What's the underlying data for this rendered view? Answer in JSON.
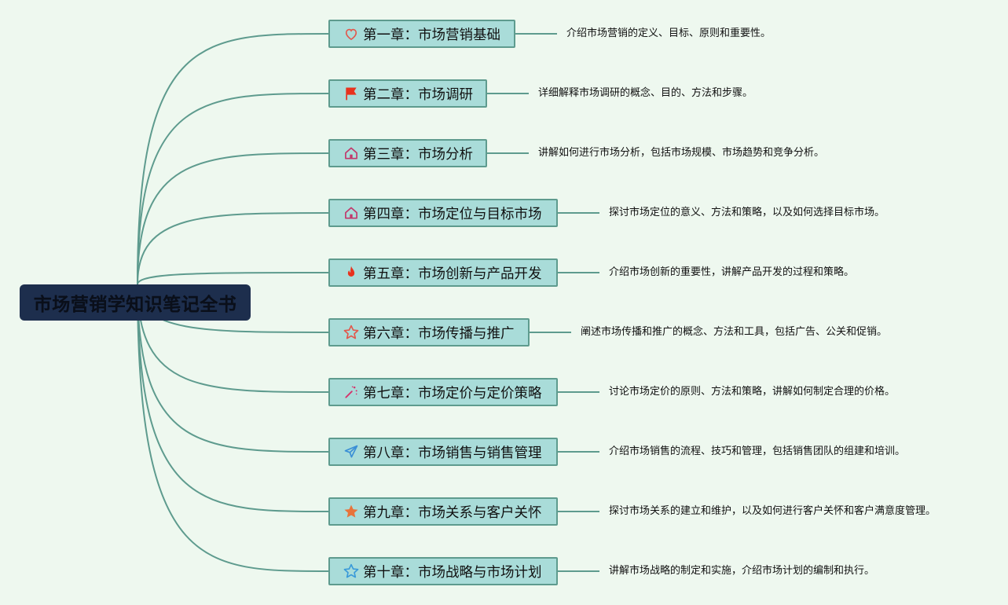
{
  "root": {
    "label": "市场营销学知识笔记全书"
  },
  "chapters": [
    {
      "title": "第一章：市场营销基础",
      "icon": "heart-outline-icon",
      "icon_color": "#e2574c",
      "description": "介绍市场营销的定义、目标、原则和重要性。"
    },
    {
      "title": "第二章：市场调研",
      "icon": "flag-icon",
      "icon_color": "#e8321d",
      "description": "详细解释市场调研的概念、目的、方法和步骤。"
    },
    {
      "title": "第三章：市场分析",
      "icon": "home-icon",
      "icon_color": "#c2376b",
      "description": "讲解如何进行市场分析，包括市场规模、市场趋势和竞争分析。"
    },
    {
      "title": "第四章：市场定位与目标市场",
      "icon": "home-icon",
      "icon_color": "#c2376b",
      "description": "探讨市场定位的意义、方法和策略，以及如何选择目标市场。"
    },
    {
      "title": "第五章：市场创新与产品开发",
      "icon": "fire-icon",
      "icon_color": "#e8321d",
      "description": "介绍市场创新的重要性，讲解产品开发的过程和策略。"
    },
    {
      "title": "第六章：市场传播与推广",
      "icon": "star-outline-icon",
      "icon_color": "#e2574c",
      "description": "阐述市场传播和推广的概念、方法和工具，包括广告、公关和促销。"
    },
    {
      "title": "第七章：市场定价与定价策略",
      "icon": "magic-wand-icon",
      "icon_color": "#d6336c",
      "description": "讨论市场定价的原则、方法和策略，讲解如何制定合理的价格。"
    },
    {
      "title": "第八章：市场销售与销售管理",
      "icon": "paper-plane-icon",
      "icon_color": "#3a8fd6",
      "description": "介绍市场销售的流程、技巧和管理，包括销售团队的组建和培训。"
    },
    {
      "title": "第九章：市场关系与客户关怀",
      "icon": "star-filled-icon",
      "icon_color": "#e8743b",
      "description": "探讨市场关系的建立和维护，以及如何进行客户关怀和客户满意度管理。"
    },
    {
      "title": "第十章：市场战略与市场计划",
      "icon": "star-outline-icon",
      "icon_color": "#3a9ad9",
      "description": "讲解市场战略的制定和实施，介绍市场计划的编制和执行。"
    }
  ],
  "colors": {
    "background": "#eef8ef",
    "root_fill": "#1d2e4d",
    "node_fill": "#a9dcd9",
    "node_border": "#5e9b8e",
    "connector": "#5e9b8e"
  }
}
